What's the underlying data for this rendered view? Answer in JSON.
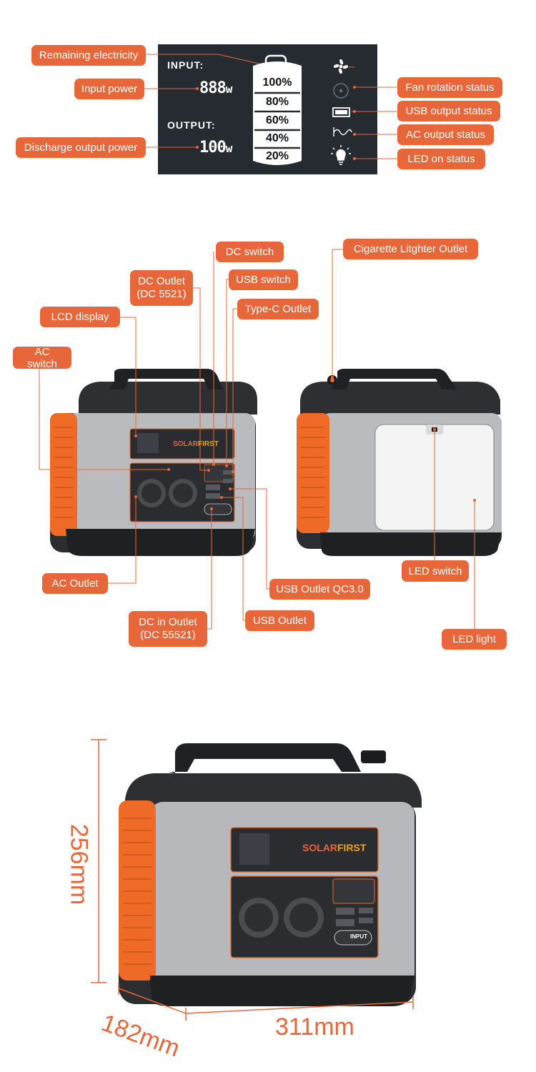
{
  "lcd": {
    "input_label": "INPUT:",
    "output_label": "OUTPUT:",
    "input_value": "888",
    "output_value": "100",
    "unit": "w",
    "battery_levels": [
      "100%",
      "80%",
      "60%",
      "40%",
      "20%"
    ]
  },
  "lcd_callouts": {
    "remaining": "Remaining electricity",
    "input_power": "Input power",
    "discharge": "Discharge output power",
    "fan": "Fan rotation status",
    "usb_status": "USB output status",
    "ac_status": "AC output status",
    "led_status": "LED on status"
  },
  "product_callouts": {
    "dc_switch": "DC switch",
    "dc_outlet": "DC Outlet\n(DC 5521)",
    "usb_switch": "USB switch",
    "typec": "Type-C Outlet",
    "lcd_display": "LCD display",
    "ac_switch": "AC switch",
    "cigarette": "Cigarette Litghter Outlet",
    "ac_outlet": "AC Outlet",
    "usb_qc": "USB Outlet QC3.0",
    "dc_in": "DC in Outlet\n(DC 55521)",
    "usb_outlet": "USB Outlet",
    "led_switch": "LED switch",
    "led_light": "LED light"
  },
  "brand": {
    "name_a": "SOLAR",
    "name_b": "FIRST",
    "input_button": "INPUT"
  },
  "dimensions": {
    "height": "256mm",
    "depth": "182mm",
    "width": "311mm"
  },
  "colors": {
    "accent": "#e8673a",
    "lcd_bg": "#262b32",
    "body_gray": "#a9abae",
    "dark": "#2b2d30"
  }
}
